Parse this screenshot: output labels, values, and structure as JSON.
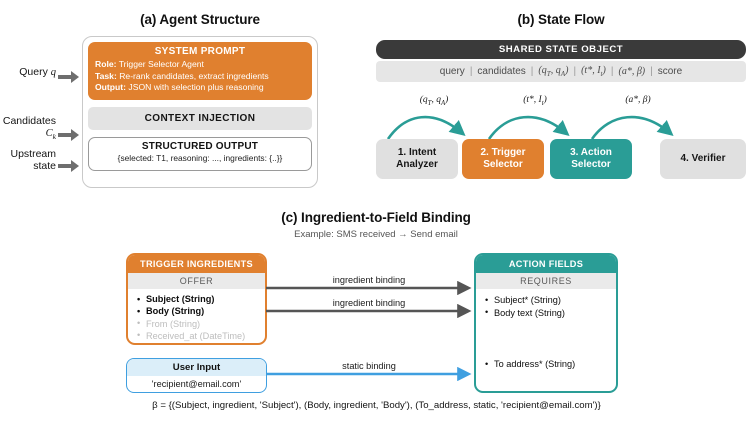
{
  "colors": {
    "orange": "#e0802f",
    "teal": "#2a9d96",
    "dark": "#3a3a3a",
    "gray_box": "#e0e0e0",
    "blue": "#3f9fe0",
    "arrow_gray": "#555555"
  },
  "panel_a": {
    "title": "(a) Agent Structure",
    "inputs": [
      {
        "label": "Query q",
        "name": "query-input-label"
      },
      {
        "label": "Candidates C_k",
        "name": "candidates-input-label"
      },
      {
        "label": "Upstream state",
        "name": "upstream-state-input-label"
      }
    ],
    "system_prompt": {
      "title": "SYSTEM PROMPT",
      "lines": [
        {
          "key": "Role:",
          "value": "Trigger Selector Agent"
        },
        {
          "key": "Task:",
          "value": "Re-rank candidates, extract ingredients"
        },
        {
          "key": "Output:",
          "value": "JSON with selection plus reasoning"
        }
      ]
    },
    "context_injection": {
      "title": "CONTEXT INJECTION"
    },
    "structured_output": {
      "title": "STRUCTURED OUTPUT",
      "body": "{selected: T1, reasoning: ..., ingredients: {..}}"
    }
  },
  "panel_b": {
    "title": "(b) State Flow",
    "shared_state": {
      "header": "SHARED STATE OBJECT",
      "fields": [
        "query",
        "candidates",
        "(qT, qA)",
        "(t*, It)",
        "(a*, β)",
        "score"
      ],
      "separator": "|"
    },
    "stages": [
      {
        "line1": "1. Intent",
        "line2": "Analyzer",
        "style": "gray"
      },
      {
        "line1": "2. Trigger",
        "line2": "Selector",
        "style": "orange"
      },
      {
        "line1": "3. Action",
        "line2": "Selector",
        "style": "teal"
      },
      {
        "line1": "4. Verifier",
        "line2": "",
        "style": "gray"
      }
    ],
    "transitions": [
      {
        "label": "(qT, qA)"
      },
      {
        "label": "(t*, It)"
      },
      {
        "label": "(a*, β)"
      }
    ]
  },
  "panel_c": {
    "title": "(c) Ingredient-to-Field Binding",
    "subtitle": "Example: SMS received → Send email",
    "trigger_card": {
      "header": "TRIGGER INGREDIENTS",
      "subheader": "OFFER",
      "items": [
        {
          "text": "Subject (String)",
          "state": "active"
        },
        {
          "text": "Body (String)",
          "state": "active"
        },
        {
          "text": "From (String)",
          "state": "muted"
        },
        {
          "text": "Received_at (DateTime)",
          "state": "muted"
        }
      ]
    },
    "user_input_card": {
      "header": "User Input",
      "value": "'recipient@email.com'"
    },
    "action_card": {
      "header": "ACTION FIELDS",
      "subheader": "REQUIRES",
      "items": [
        "Subject* (String)",
        "Body text (String)"
      ],
      "late_item": "To address* (String)"
    },
    "bindings": [
      {
        "label": "ingredient binding",
        "kind": "ingredient"
      },
      {
        "label": "ingredient binding",
        "kind": "ingredient"
      },
      {
        "label": "static binding",
        "kind": "static"
      }
    ],
    "formula": "β = {(Subject, ingredient, 'Subject'), (Body, ingredient, 'Body'), (To_address, static, 'recipient@email.com')}"
  }
}
